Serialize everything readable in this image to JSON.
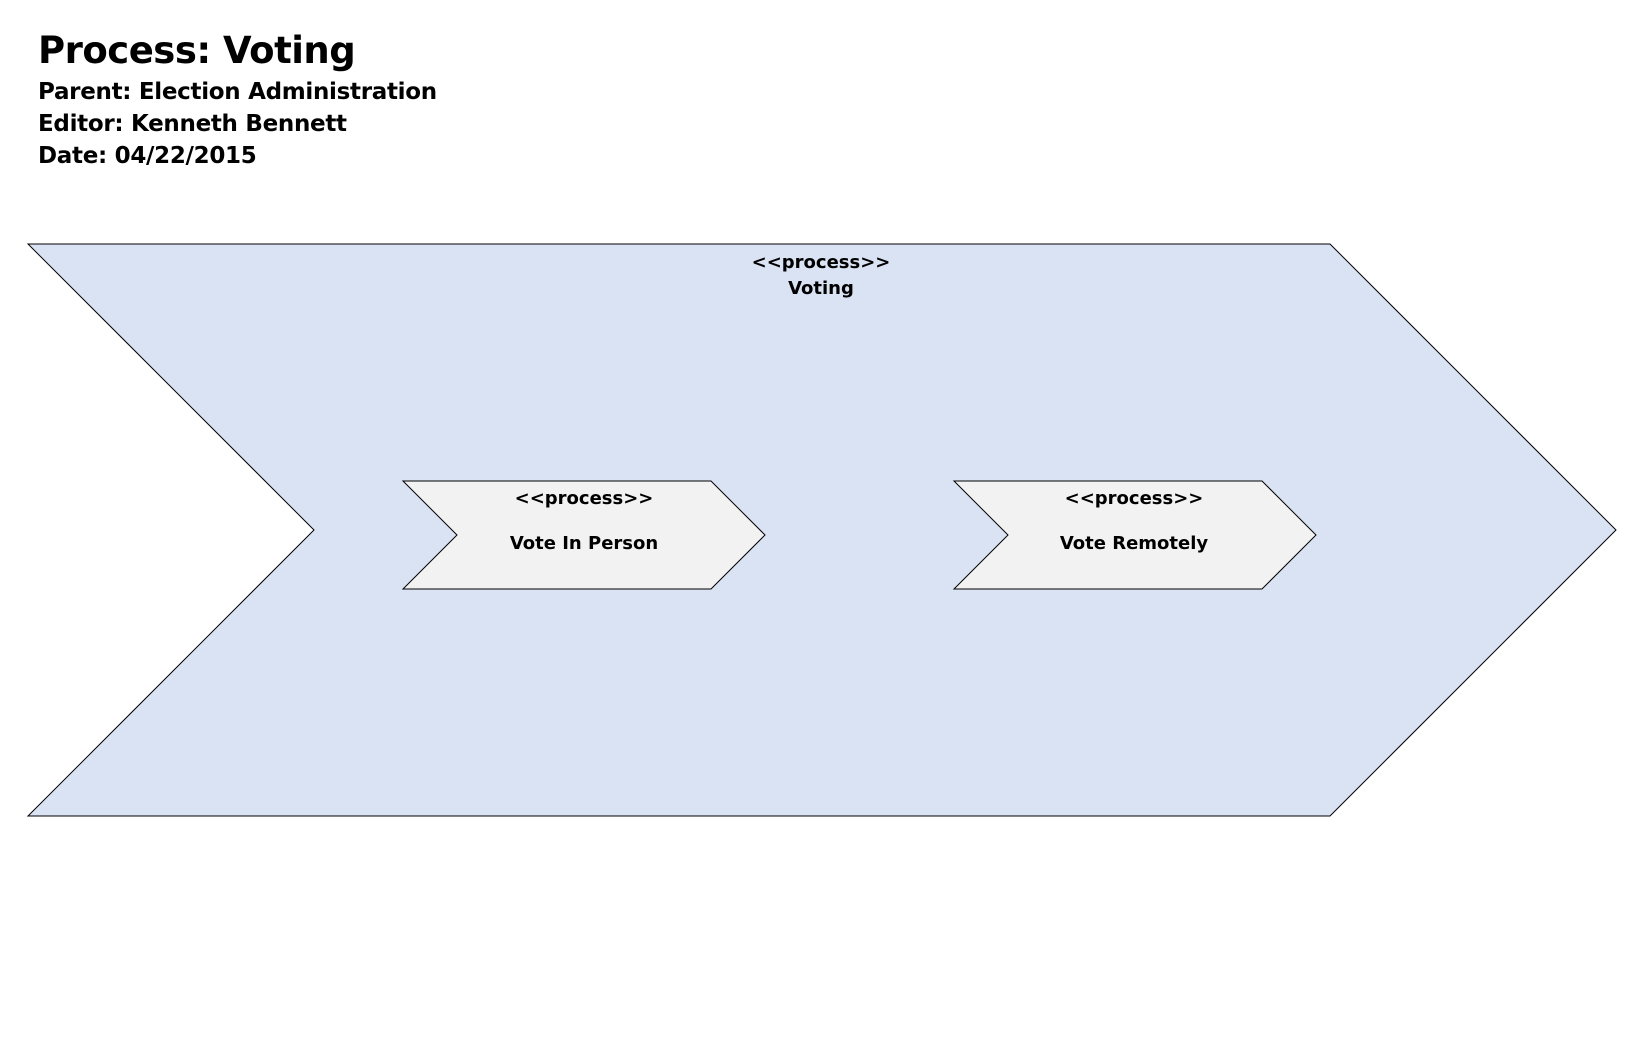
{
  "header": {
    "title": "Process: Voting",
    "parent": "Parent: Election Administration",
    "editor": "Editor: Kenneth Bennett",
    "date": "Date: 04/22/2015"
  },
  "diagram": {
    "main_process": {
      "stereotype": "<<process>>",
      "name": "Voting",
      "fill": "#dae3f3"
    },
    "subprocesses": [
      {
        "stereotype": "<<process>>",
        "name": "Vote In Person",
        "fill": "#f2f2f2"
      },
      {
        "stereotype": "<<process>>",
        "name": "Vote Remotely",
        "fill": "#f2f2f2"
      }
    ]
  }
}
